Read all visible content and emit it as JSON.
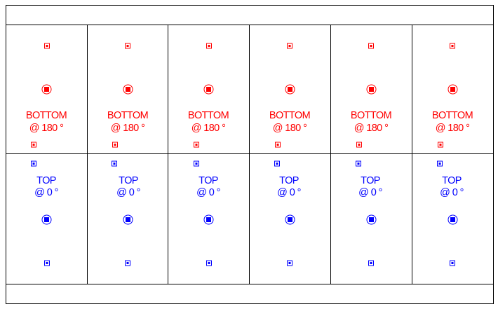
{
  "colors": {
    "bottom": "#ff0000",
    "top": "#0000ff",
    "outline": "#000000",
    "background": "#ffffff"
  },
  "panel": {
    "columns": 6,
    "bottom_row": {
      "label_line1": "BOTTOM",
      "label_line2": "@ 180 °",
      "small_marker_icon": "square-dot-marker",
      "large_marker_icon": "circled-square-marker"
    },
    "top_row": {
      "label_line1": "TOP",
      "label_line2": "@ 0 °",
      "small_marker_icon": "square-dot-marker",
      "large_marker_icon": "circled-square-marker"
    }
  }
}
